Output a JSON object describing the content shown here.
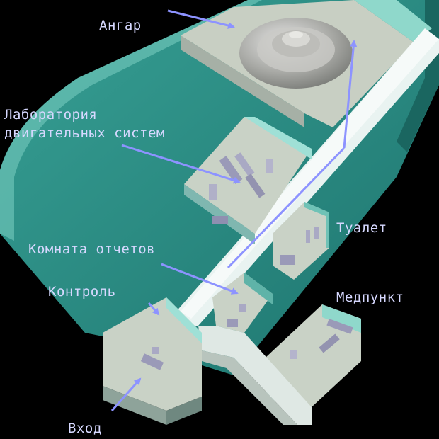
{
  "labels": {
    "hangar": "Ангар",
    "lab_line1": "Лаборатория",
    "lab_line2": "двигательных систем",
    "toilet": "Туалет",
    "report_room": "Комната отчетов",
    "control": "Контроль",
    "medbay": "Медпункт",
    "entrance": "Вход"
  },
  "colors": {
    "background": "#000000",
    "floor_teal": "#2b8f86",
    "wall_light": "#9fe0d6",
    "wall_dark": "#175c58",
    "room_floor": "#c9d2c6",
    "corridor": "#e9f3f1",
    "arrow": "#8d93ff",
    "label_text": "#d6d8ff"
  }
}
